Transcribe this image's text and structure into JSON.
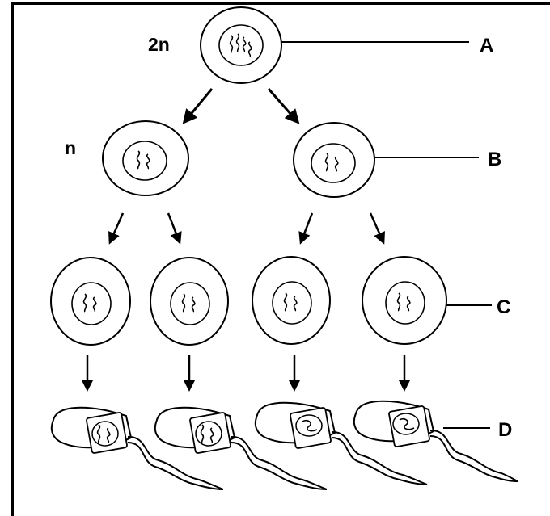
{
  "diagram": {
    "ploidy_labels": {
      "diploid": "2n",
      "haploid": "n"
    },
    "callouts": {
      "a": "A",
      "b": "B",
      "c": "C",
      "d": "D"
    }
  },
  "colors": {
    "stroke": "#000000",
    "background": "#ffffff"
  }
}
